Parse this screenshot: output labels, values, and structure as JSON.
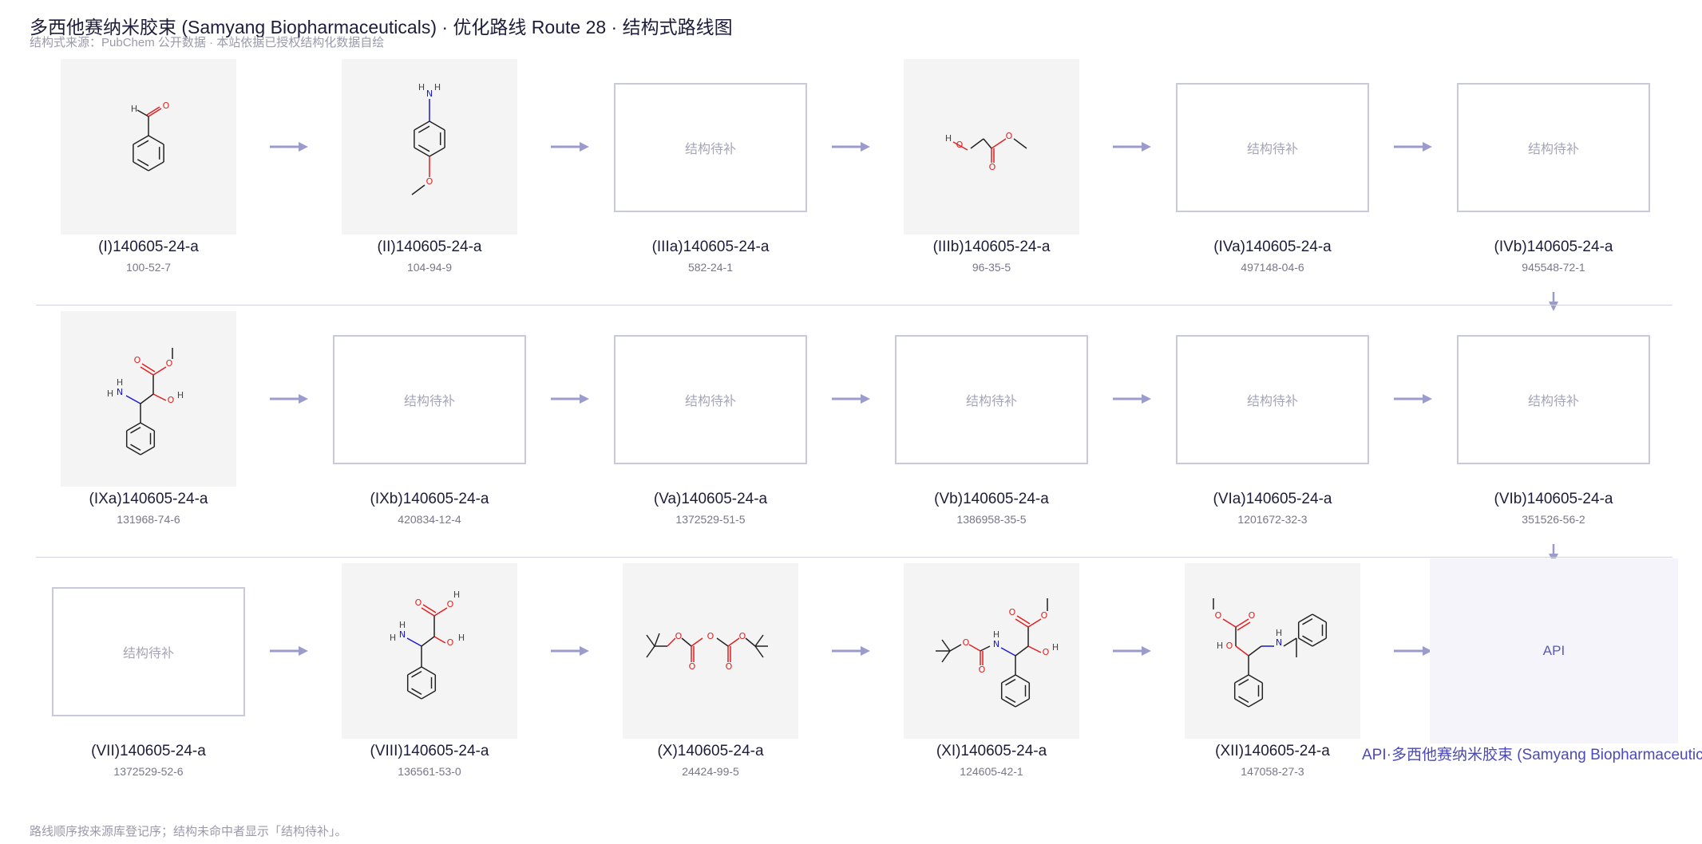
{
  "header": {
    "title": "多西他赛纳米胶束 (Samyang Biopharmaceuticals) · 优化路线 Route 28 · 结构式路线图",
    "subtitle": "结构式来源：PubChem 公开数据 · 本站依据已授权结构化数据自绘"
  },
  "placeholder_text": "结构待补",
  "rows": [
    {
      "items": [
        {
          "label": "(I)140605-24-a",
          "cas": "100-52-7",
          "structure": "benzaldehyde"
        },
        {
          "label": "(II)140605-24-a",
          "cas": "104-94-9",
          "structure": "p-anisidine"
        },
        {
          "label": "(IIIa)140605-24-a",
          "cas": "582-24-1",
          "structure": "placeholder"
        },
        {
          "label": "(IIIb)140605-24-a",
          "cas": "96-35-5",
          "structure": "methyl-glycolate"
        },
        {
          "label": "(IVa)140605-24-a",
          "cas": "497148-04-6",
          "structure": "placeholder"
        },
        {
          "label": "(IVb)140605-24-a",
          "cas": "945548-72-1",
          "structure": "placeholder"
        }
      ]
    },
    {
      "items": [
        {
          "label": "(IXa)140605-24-a",
          "cas": "131968-74-6",
          "structure": "amino-hydroxy-ester"
        },
        {
          "label": "(IXb)140605-24-a",
          "cas": "420834-12-4",
          "structure": "placeholder"
        },
        {
          "label": "(Va)140605-24-a",
          "cas": "1372529-51-5",
          "structure": "placeholder"
        },
        {
          "label": "(Vb)140605-24-a",
          "cas": "1386958-35-5",
          "structure": "placeholder"
        },
        {
          "label": "(VIa)140605-24-a",
          "cas": "1201672-32-3",
          "structure": "placeholder"
        },
        {
          "label": "(VIb)140605-24-a",
          "cas": "351526-56-2",
          "structure": "placeholder"
        }
      ]
    },
    {
      "items": [
        {
          "label": "(VII)140605-24-a",
          "cas": "1372529-52-6",
          "structure": "placeholder"
        },
        {
          "label": "(VIII)140605-24-a",
          "cas": "136561-53-0",
          "structure": "amino-hydroxy-acid"
        },
        {
          "label": "(X)140605-24-a",
          "cas": "24424-99-5",
          "structure": "boc-anhydride"
        },
        {
          "label": "(XI)140605-24-a",
          "cas": "124605-42-1",
          "structure": "boc-amino-ester"
        },
        {
          "label": "(XII)140605-24-a",
          "cas": "147058-27-3",
          "structure": "phenylethylamino-ester"
        }
      ]
    }
  ],
  "api": {
    "box_text": "API",
    "label": "API·多西他赛纳米胶束 (Samyang Biopharmaceuticals)"
  },
  "footnote": "路线顺序按来源库登记序；结构未命中者显示「结构待补」。",
  "colors": {
    "arrow": "#9c9ccc",
    "api_text": "#4a4ab8",
    "bond": "#222222",
    "oxygen": "#e02020",
    "nitrogen": "#1a1acc"
  }
}
